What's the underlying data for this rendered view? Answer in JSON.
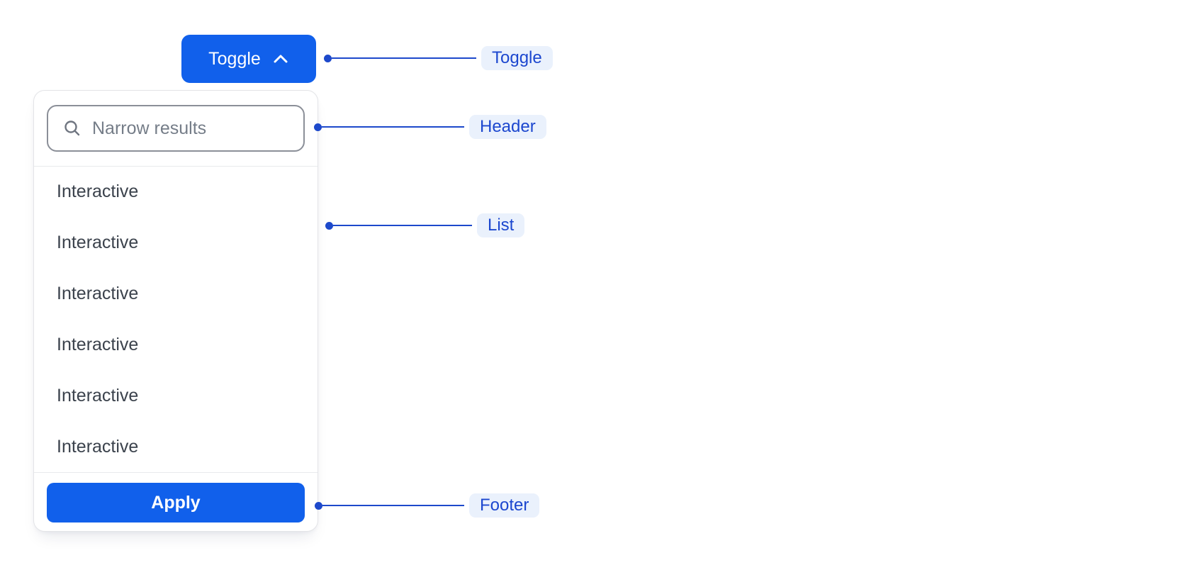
{
  "toggle_button": {
    "label": "Toggle",
    "icon": "chevron-up-icon"
  },
  "dropdown": {
    "search": {
      "placeholder": "Narrow results",
      "value": "",
      "icon": "search-icon"
    },
    "list_items": [
      "Interactive",
      "Interactive",
      "Interactive",
      "Interactive",
      "Interactive",
      "Interactive"
    ],
    "footer": {
      "apply_label": "Apply"
    }
  },
  "annotations": [
    {
      "label": "Toggle",
      "target": "toggle-button"
    },
    {
      "label": "Header",
      "target": "search-header"
    },
    {
      "label": "List",
      "target": "options-list"
    },
    {
      "label": "Footer",
      "target": "footer"
    }
  ],
  "colors": {
    "accent_blue": "#1160eb",
    "annotation_blue": "#1d49cb",
    "annotation_label_bg": "#eaf1fc",
    "annotation_label_text": "#1c47cf",
    "list_text": "#3b424c",
    "placeholder_text": "#757d88"
  }
}
